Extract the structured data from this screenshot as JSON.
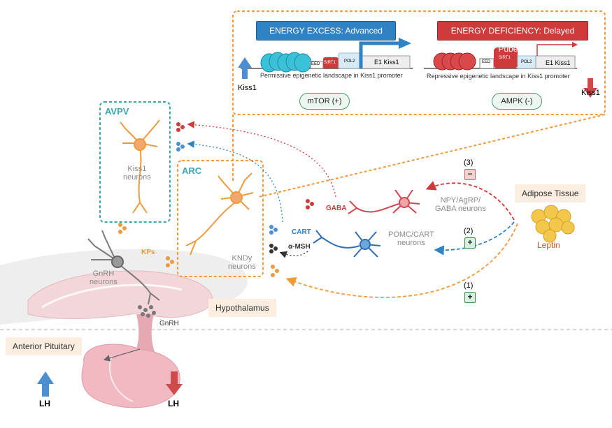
{
  "energy_box": {
    "excess": {
      "banner": "ENERGY EXCESS: Advanced Puberty",
      "eed": "EED",
      "sirt1": "SIRT1",
      "pol2": "POL2",
      "gene": "E1 Kiss1",
      "caption": "Permissive epigenetic landscape in Kiss1 promoter",
      "regulator": "mTOR (+)",
      "kiss1": "Kiss1",
      "color": "#2f82c4"
    },
    "deficiency": {
      "banner": "ENERGY DEFICIENCY: Delayed Puberty",
      "eed": "EED",
      "sirt1": "SIRT1",
      "pol2": "POL2",
      "gene": "E1 Kiss1",
      "caption": "Repressive  epigenetic landscape in Kiss1 promoter",
      "regulator": "AMPK (-)",
      "kiss1": "Kiss1",
      "color": "#cf3a3a"
    }
  },
  "avpv": {
    "title": "AVPV",
    "neuron_label": "Kiss1\nneurons"
  },
  "arc": {
    "title": "ARC",
    "neuron_label": "KNDy\nneurons"
  },
  "signals": {
    "gaba": "GABA",
    "cart": "CART",
    "amsh": "α-MSH",
    "kps": "KPs",
    "gnrh": "GnRH"
  },
  "neurons": {
    "npy": "NPY/AgRP/\nGABA neurons",
    "pomc": "POMC/CART\nneurons",
    "gnrh": "GnRH\nneurons"
  },
  "adipose": {
    "tag": "Adipose Tissue",
    "leptin": "Leptin"
  },
  "pathways": [
    {
      "label": "(3)",
      "sign": "−"
    },
    {
      "label": "(2)",
      "sign": "+"
    },
    {
      "label": "(1)",
      "sign": "+"
    }
  ],
  "regions": {
    "hypothalamus": "Hypothalamus",
    "pituitary": "Anterior Pituitary"
  },
  "lh": {
    "up": "LH",
    "down": "LH"
  },
  "icons": [
    "kiss1-up-arrow-icon",
    "kiss1-down-arrow-icon",
    "lh-up-arrow-icon",
    "lh-down-arrow-icon",
    "neuron-icon",
    "adipocyte-cluster-icon"
  ],
  "colors": {
    "teal": "#3aa7b3",
    "orange": "#ef9a3c",
    "blue": "#2f82c4",
    "red": "#cf3a3a",
    "green": "#3c8a3c"
  }
}
